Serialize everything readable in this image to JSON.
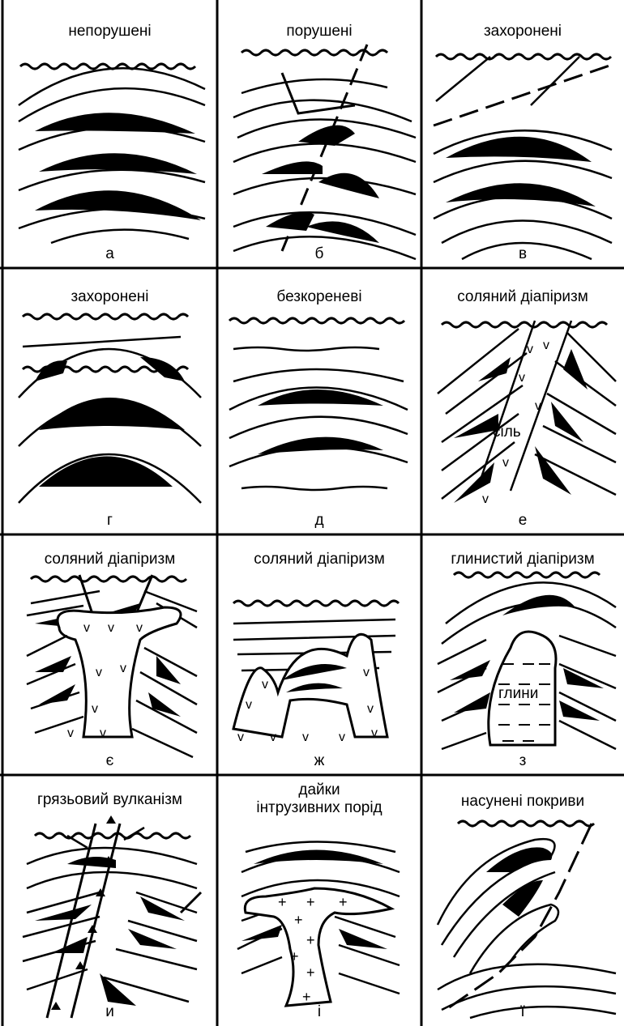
{
  "panels": [
    {
      "id": "a",
      "title": "непорушені",
      "label": "а"
    },
    {
      "id": "b",
      "title": "порушені",
      "label": "б"
    },
    {
      "id": "v",
      "title": "захоронені",
      "label": "в"
    },
    {
      "id": "g",
      "title": "захоронені",
      "label": "г"
    },
    {
      "id": "d",
      "title": "безкореневі",
      "label": "д"
    },
    {
      "id": "e",
      "title": "соляний діапіризм",
      "label": "е",
      "rock": "сіль"
    },
    {
      "id": "ye",
      "title": "соляний діапіризм",
      "label": "є"
    },
    {
      "id": "zh",
      "title": "соляний діапіризм",
      "label": "ж"
    },
    {
      "id": "z",
      "title": "глинистий діапіризм",
      "label": "з",
      "rock": "глини"
    },
    {
      "id": "y",
      "title": "грязьовий вулканізм",
      "label": "и"
    },
    {
      "id": "i",
      "title": "дайки\nінтрузивних порід",
      "label": "і"
    },
    {
      "id": "yi",
      "title": "насунені покриви",
      "label": "ї"
    }
  ]
}
